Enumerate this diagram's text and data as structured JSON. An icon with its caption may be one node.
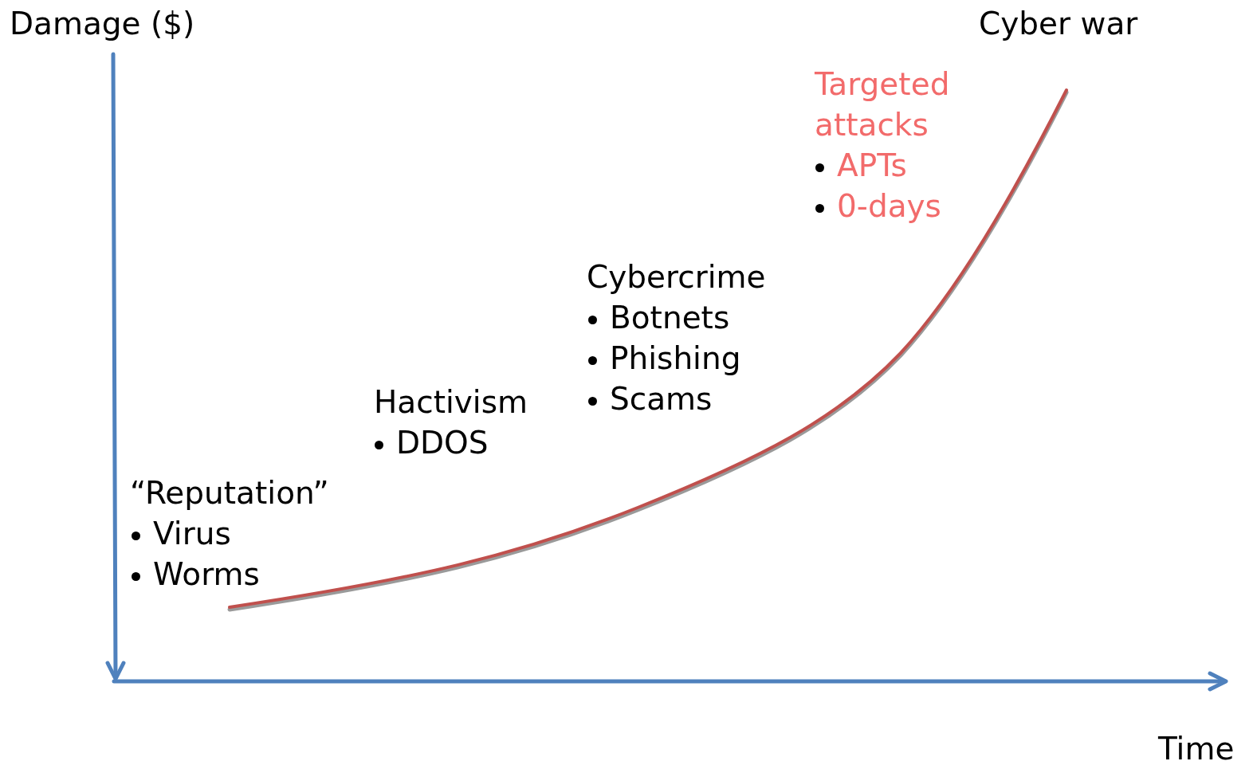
{
  "diagram": {
    "labels": [
      "Damage ($)",
      "Cyber war",
      "Targeted attacks",
      "APTs",
      "0-days",
      "Cybercrime",
      "Botnets",
      "Phishing",
      "Scams",
      "Hactivism",
      "DDOS",
      "“Reputation”",
      "Virus",
      "Worms",
      "Time"
    ]
  }
}
